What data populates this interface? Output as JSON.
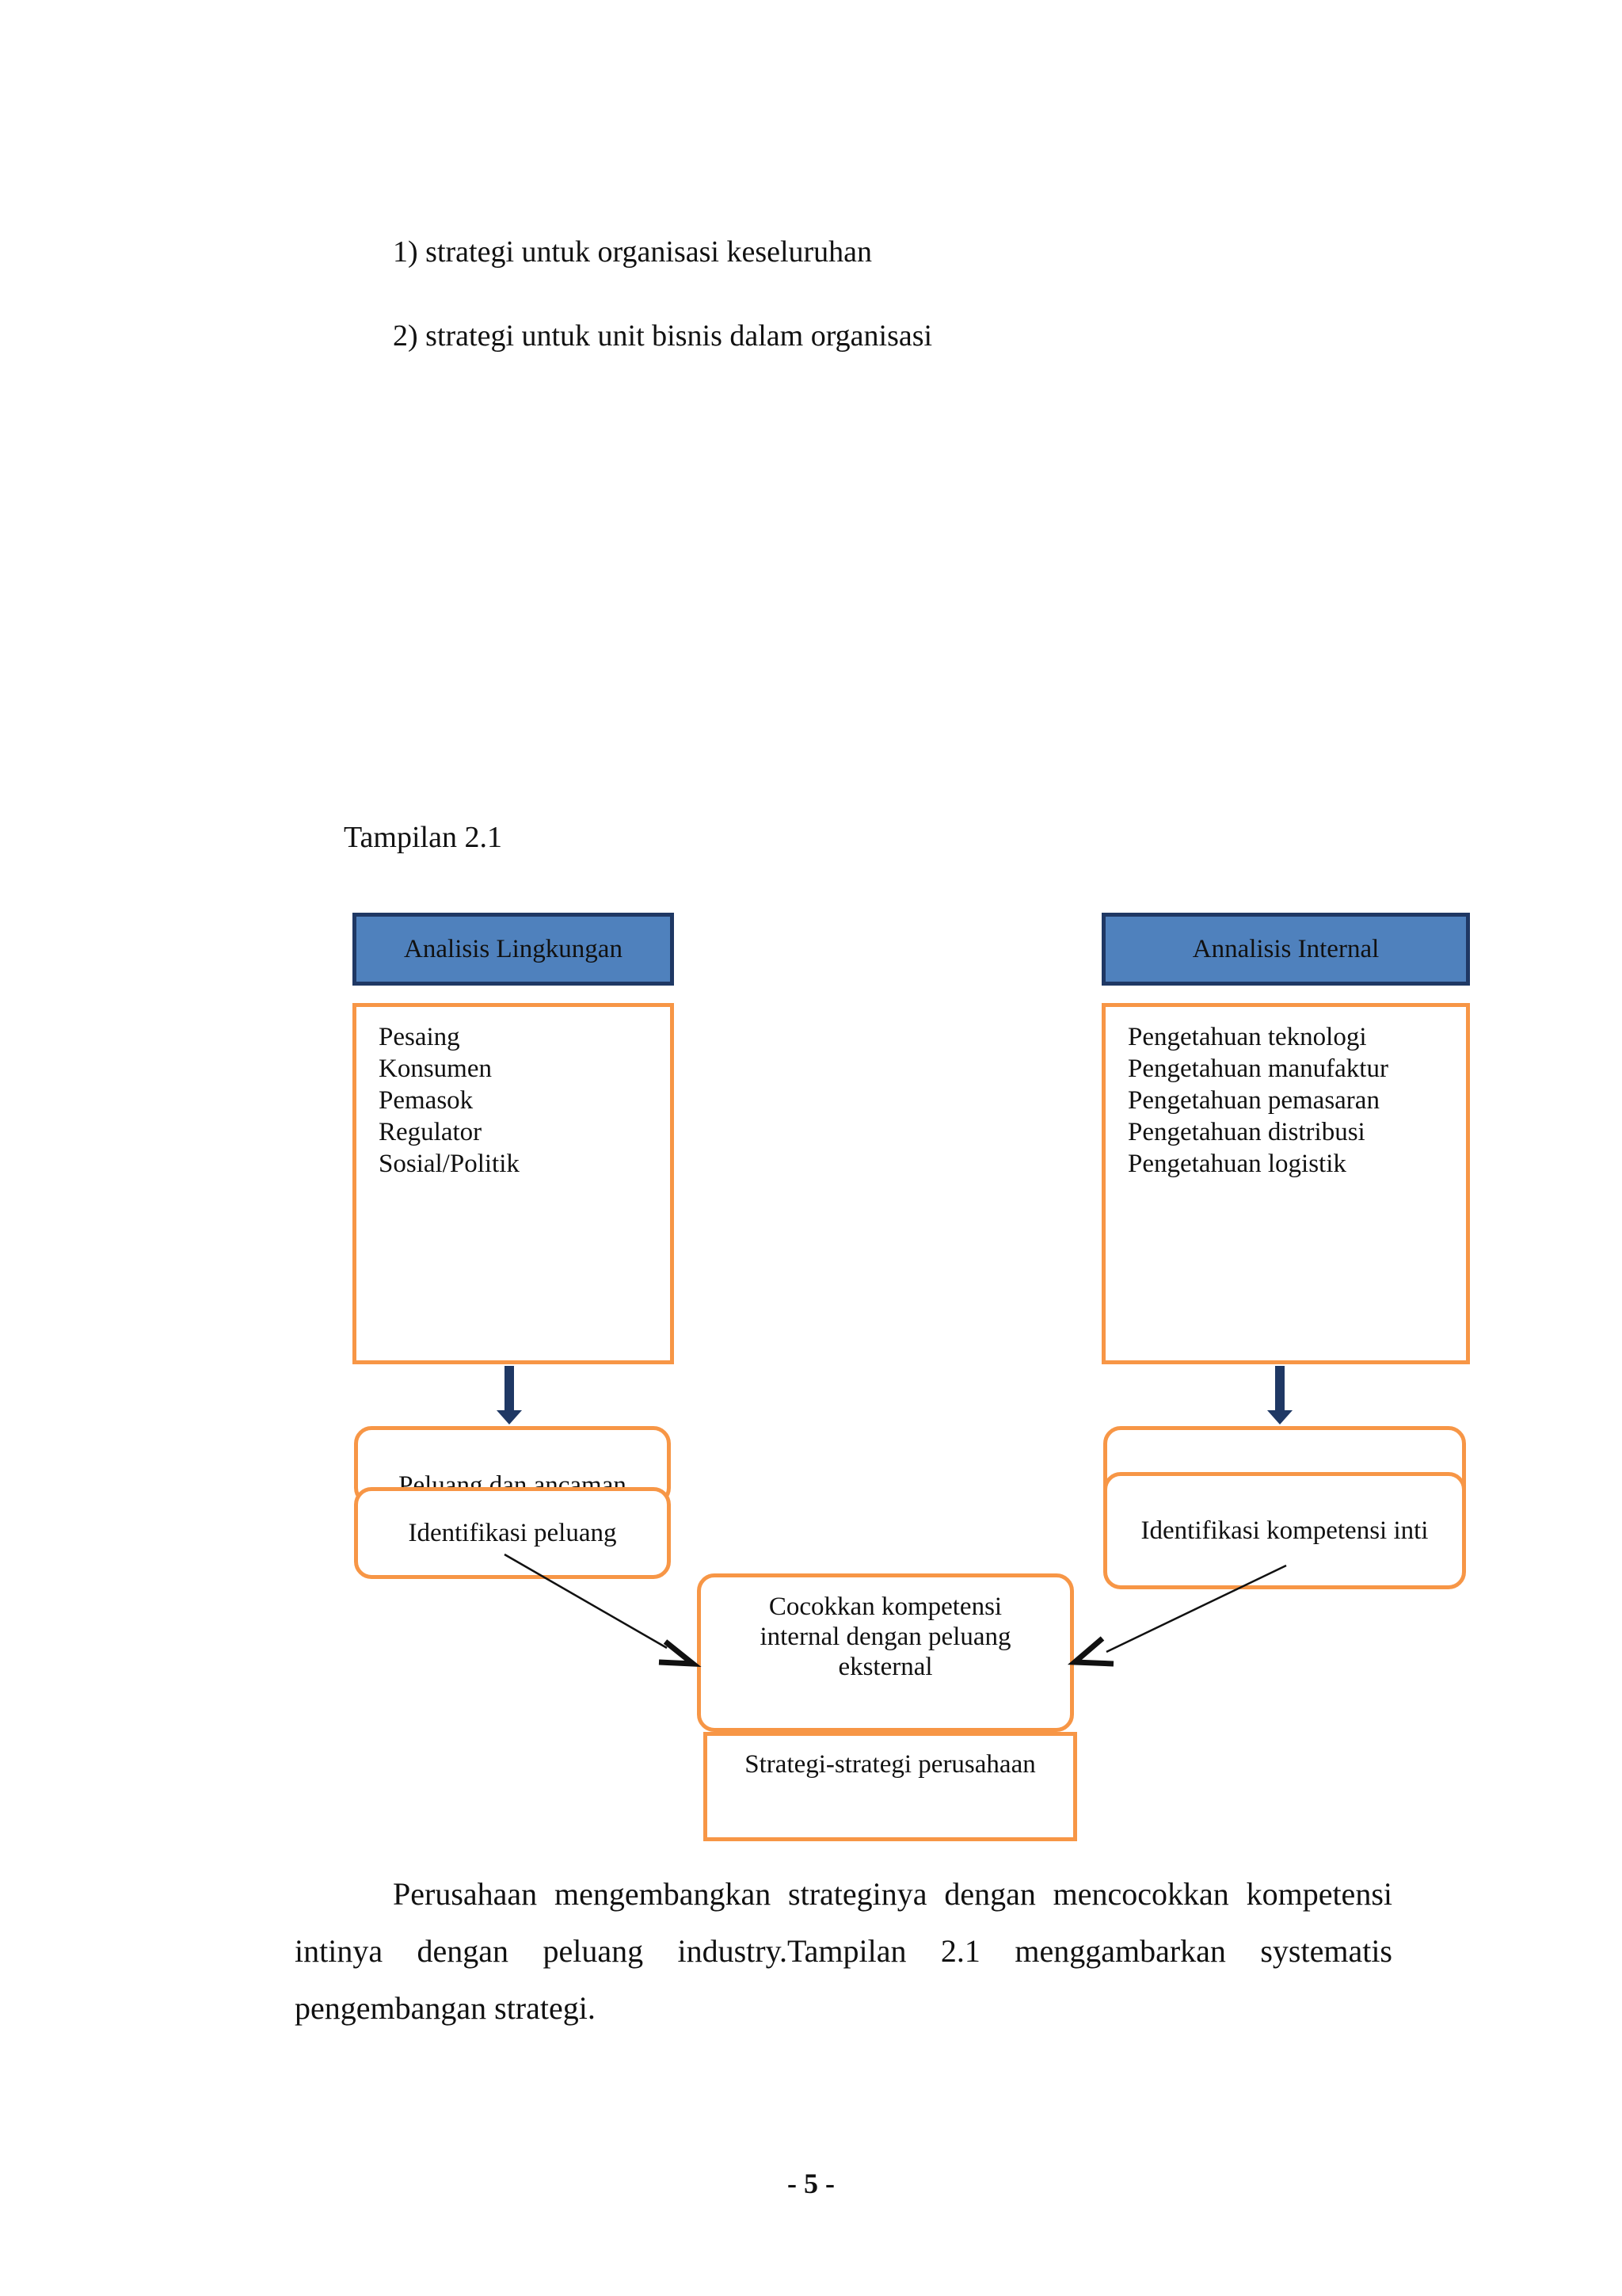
{
  "list": {
    "item1": "1) strategi untuk organisasi keseluruhan",
    "item2": "2) strategi untuk unit bisnis dalam organisasi"
  },
  "figure": {
    "caption": "Tampilan 2.1",
    "left_header": "Analisis Lingkungan",
    "left_factors": [
      "Pesaing",
      "Konsumen",
      "Pemasok",
      "Regulator",
      "Sosial/Politik"
    ],
    "left_back_label": "Peluang dan ancaman",
    "left_front_label": "Identifikasi peluang",
    "right_header": "Annalisis Internal",
    "right_factors": [
      "Pengetahuan teknologi",
      "Pengetahuan manufaktur",
      "Pengetahuan pemasaran",
      "Pengetahuan distribusi",
      "Pengetahuan logistik"
    ],
    "right_front_label": "Identifikasi kompetensi inti",
    "center_lines": [
      "Cocokkan kompetensi",
      "internal dengan peluang",
      "eksternal"
    ],
    "bottom_label": "Strategi-strategi perusahaan",
    "colors": {
      "header_fill": "#4f81bd",
      "header_border": "#1f3864",
      "box_border": "#f79646",
      "arrow": "#1f3864"
    }
  },
  "paragraph": "Perusahaan mengembangkan strateginya dengan mencocokkan kompetensi intinya dengan peluang industry.Tampilan 2.1 menggambarkan systematis pengembangan strategi.",
  "footer": {
    "page_number": "- 5 -"
  }
}
